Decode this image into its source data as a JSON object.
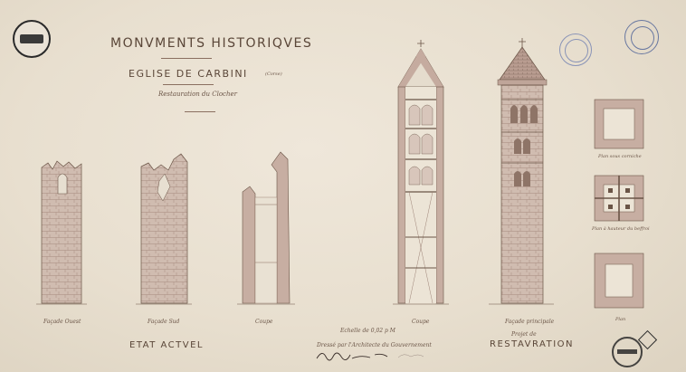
{
  "header": {
    "title": "MONVMENTS HISTORIQVES",
    "subtitle": "EGLISE DE CARBINI",
    "subtitle_note": "(Corse)",
    "caption": "Restauration du Clocher"
  },
  "views": {
    "facade_ouest": "Façade Ouest",
    "facade_sud": "Façade Sud",
    "coupe_1": "Coupe",
    "coupe_2": "Coupe",
    "facade_principale": "Façade principale",
    "plan_sous_corniche": "Plan sous corniche",
    "plan_hauteur_beffroi": "Plan à hauteur du beffroi",
    "plan": "Plan"
  },
  "sections": {
    "etat_actuel": "ETAT ACTVEL",
    "projet_de": "Projet de",
    "restauration": "RESTAVRATION"
  },
  "footer": {
    "scale": "Echelle de 0,02 p M",
    "dresse_par": "Dressé par l'Architecte du Gouvernement"
  },
  "colors": {
    "paper": "#ebe3d4",
    "ink": "#5a4638",
    "masonry": "#cdb6ab",
    "stamp_blue": "#4a5f96",
    "stamp_dark": "#2a2a2a"
  }
}
